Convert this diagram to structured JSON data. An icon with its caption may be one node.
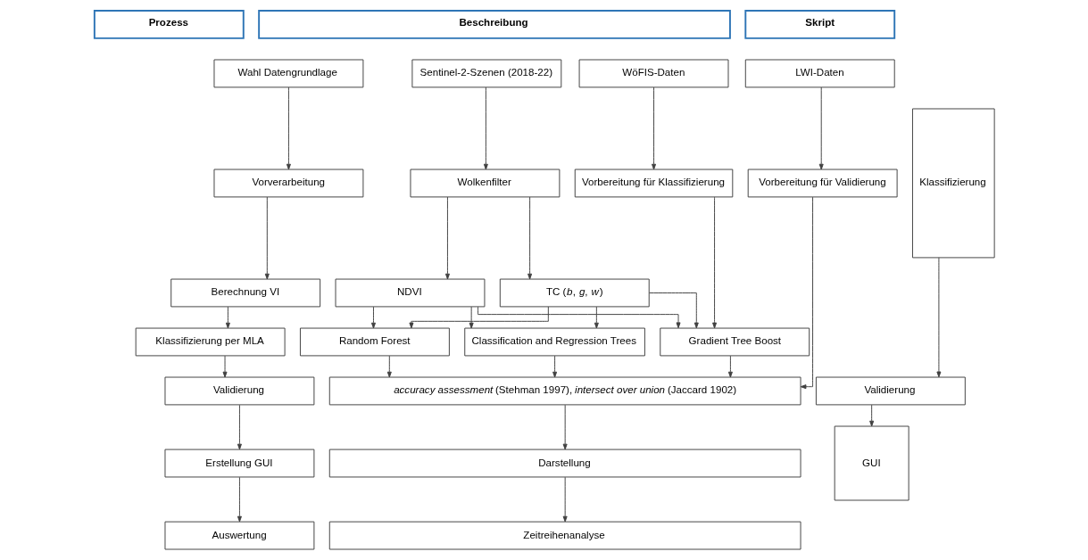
{
  "diagram": {
    "nodes": [
      {
        "text": [
          "Prozess"
        ]
      },
      {
        "text": [
          "Beschreibung"
        ]
      },
      {
        "text": [
          "Skript"
        ]
      },
      {
        "text": [
          "Wahl Datengrundlage"
        ]
      },
      {
        "text": [
          "Vorverarbeitung"
        ]
      },
      {
        "text": [
          "Berechnung VI"
        ]
      },
      {
        "text": [
          "Klassifizierung per MLA"
        ]
      },
      {
        "text": [
          "Validierung"
        ]
      },
      {
        "text": [
          "Erstellung GUI"
        ]
      },
      {
        "text": [
          "Auswertung"
        ]
      },
      {
        "text": [
          "Sentinel-2-Szenen (2018-22)"
        ]
      },
      {
        "text": [
          "WöFIS-Daten"
        ]
      },
      {
        "text": [
          "LWI-Daten"
        ]
      },
      {
        "text": [
          "Wolkenfilter"
        ]
      },
      {
        "text": [
          "Vorbereitung für Klassifizierung"
        ]
      },
      {
        "text": [
          "Vorbereitung für Validierung"
        ]
      },
      {
        "text": [
          "NDVI"
        ]
      },
      {
        "text": [
          "TC (*b*, *g*, *w*)"
        ]
      },
      {
        "text": [
          "Random Forest"
        ]
      },
      {
        "text": [
          "Classification and Regression Trees"
        ]
      },
      {
        "text": [
          "Gradient Tree Boost"
        ]
      },
      {
        "text": [
          "*accuracy assessment* (Stehman 1997), *intersect over union* (Jaccard 1902)"
        ]
      },
      {
        "text": [
          "Darstellung"
        ]
      },
      {
        "text": [
          "Zeitreihenanalyse"
        ]
      },
      {
        "text": [
          "Klassifizierung"
        ]
      },
      {
        "text": [
          "Validierung"
        ]
      },
      {
        "text": [
          "GUI"
        ]
      }
    ],
    "edges": [
      {
        "from": 3,
        "to": 4,
        "arrow": "to"
      },
      {
        "from": 4,
        "to": 5,
        "arrow": "to"
      },
      {
        "from": 5,
        "to": 6,
        "arrow": "to"
      },
      {
        "from": 6,
        "to": 7,
        "arrow": "to"
      },
      {
        "from": 7,
        "to": 8,
        "arrow": "to"
      },
      {
        "from": 8,
        "to": 9,
        "arrow": "to"
      },
      {
        "from": 10,
        "to": 13,
        "arrow": "to"
      },
      {
        "from": 11,
        "to": 14,
        "arrow": "to"
      },
      {
        "from": 12,
        "to": 15,
        "arrow": "to"
      },
      {
        "from": 13,
        "to": 16,
        "arrow": "to"
      },
      {
        "from": 13,
        "to": 17,
        "arrow": "to"
      },
      {
        "from": 14,
        "to": 20,
        "arrow": "to"
      },
      {
        "from": 16,
        "to": 18,
        "arrow": "to"
      },
      {
        "from": 16,
        "to": 19,
        "arrow": "to"
      },
      {
        "from": 16,
        "to": 20,
        "arrow": "to"
      },
      {
        "from": 17,
        "to": 18,
        "arrow": "to"
      },
      {
        "from": 17,
        "to": 19,
        "arrow": "to"
      },
      {
        "from": 17,
        "to": 20,
        "arrow": "to"
      },
      {
        "from": 18,
        "to": 21,
        "arrow": "to"
      },
      {
        "from": 19,
        "to": 21,
        "arrow": "to"
      },
      {
        "from": 20,
        "to": 21,
        "arrow": "to"
      },
      {
        "from": 15,
        "to": 21,
        "arrow": "to"
      },
      {
        "from": 21,
        "to": 22,
        "arrow": "to"
      },
      {
        "from": 22,
        "to": 23,
        "arrow": "to"
      },
      {
        "from": 24,
        "to": 25,
        "arrow": "to"
      },
      {
        "from": 25,
        "to": 26,
        "arrow": "to"
      }
    ]
  }
}
